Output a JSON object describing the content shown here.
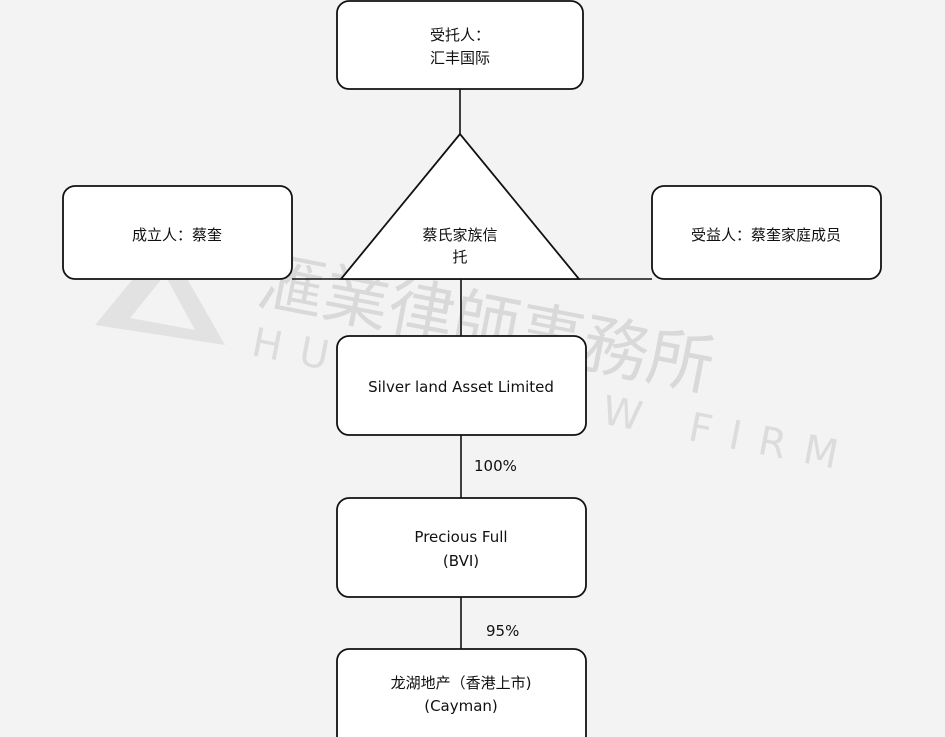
{
  "watermark": {
    "chinese": "滙業律師事務所",
    "english": "HUI YE LAW FIRM"
  },
  "nodes": {
    "trustee": [
      "受托人：",
      "汇丰国际"
    ],
    "settlor": [
      "成立人：蔡奎"
    ],
    "trust": [
      "蔡氏家族信",
      "托"
    ],
    "beneficiary": [
      "受益人：蔡奎家庭成员"
    ],
    "silverland": [
      "Silver land Asset Limited"
    ],
    "precious": [
      "Precious Full",
      "(BVI)"
    ],
    "longfor": [
      "龙湖地产（香港上市)",
      "(Cayman)"
    ]
  },
  "edges": {
    "silverland_to_precious": "100%",
    "precious_to_longfor": "95%"
  }
}
